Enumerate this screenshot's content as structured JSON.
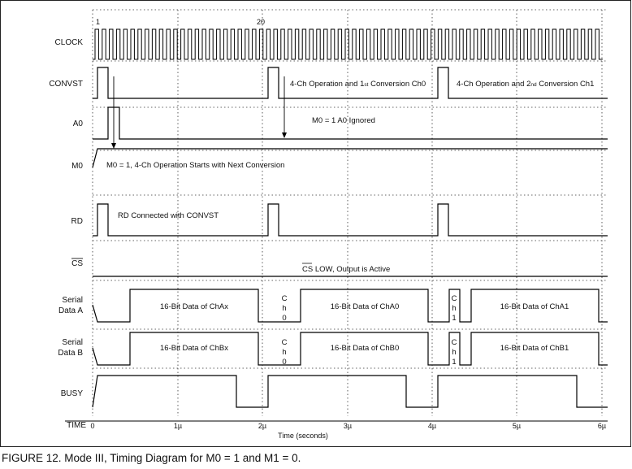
{
  "signals": {
    "clock": "CLOCK",
    "convst": "CONVST",
    "a0": "A0",
    "m0": "M0",
    "rd": "RD",
    "cs": "CS",
    "serial_a_line1": "Serial",
    "serial_a_line2": "Data A",
    "serial_b_line1": "Serial",
    "serial_b_line2": "Data B",
    "busy": "BUSY",
    "time": "TIME"
  },
  "clock_marks": {
    "first": "1",
    "twentieth": "20"
  },
  "annotations": {
    "op1_pre": "4-Ch Operation and 1",
    "op1_sub": "st",
    "op1_post": " Conversion Ch0",
    "op2_pre": "4-Ch Operation and 2",
    "op2_sub": "nd",
    "op2_post": " Conversion  Ch1",
    "a0_ignored": "M0 = 1  A0 Ignored",
    "m0_note": "M0 = 1, 4-Ch Operation Starts with Next Conversion",
    "rd_note": "RD Connected with CONVST",
    "cs_prefix": "CS",
    "cs_note": " LOW, Output is Active"
  },
  "data_labels": {
    "cha_x": "16-Bit Data of ChAx",
    "cha_0": "16-Bit Data of ChA0",
    "cha_1": "16-Bit Data of ChA1",
    "chb_x": "16-Bit Data of ChBx",
    "chb_0": "16-Bit Data of ChB0",
    "chb_1": "16-Bit Data of ChB1",
    "ch_letter_c": "C",
    "ch_letter_h": "h",
    "ch_digit_0": "0",
    "ch_digit_1": "1"
  },
  "time_axis": {
    "title": "Time (seconds)",
    "ticks": [
      "0",
      "1µ",
      "2µ",
      "3µ",
      "4µ",
      "5µ",
      "6µ"
    ]
  },
  "caption": "FIGURE 12. Mode III, Timing Diagram for M0 = 1 and M1 = 0."
}
